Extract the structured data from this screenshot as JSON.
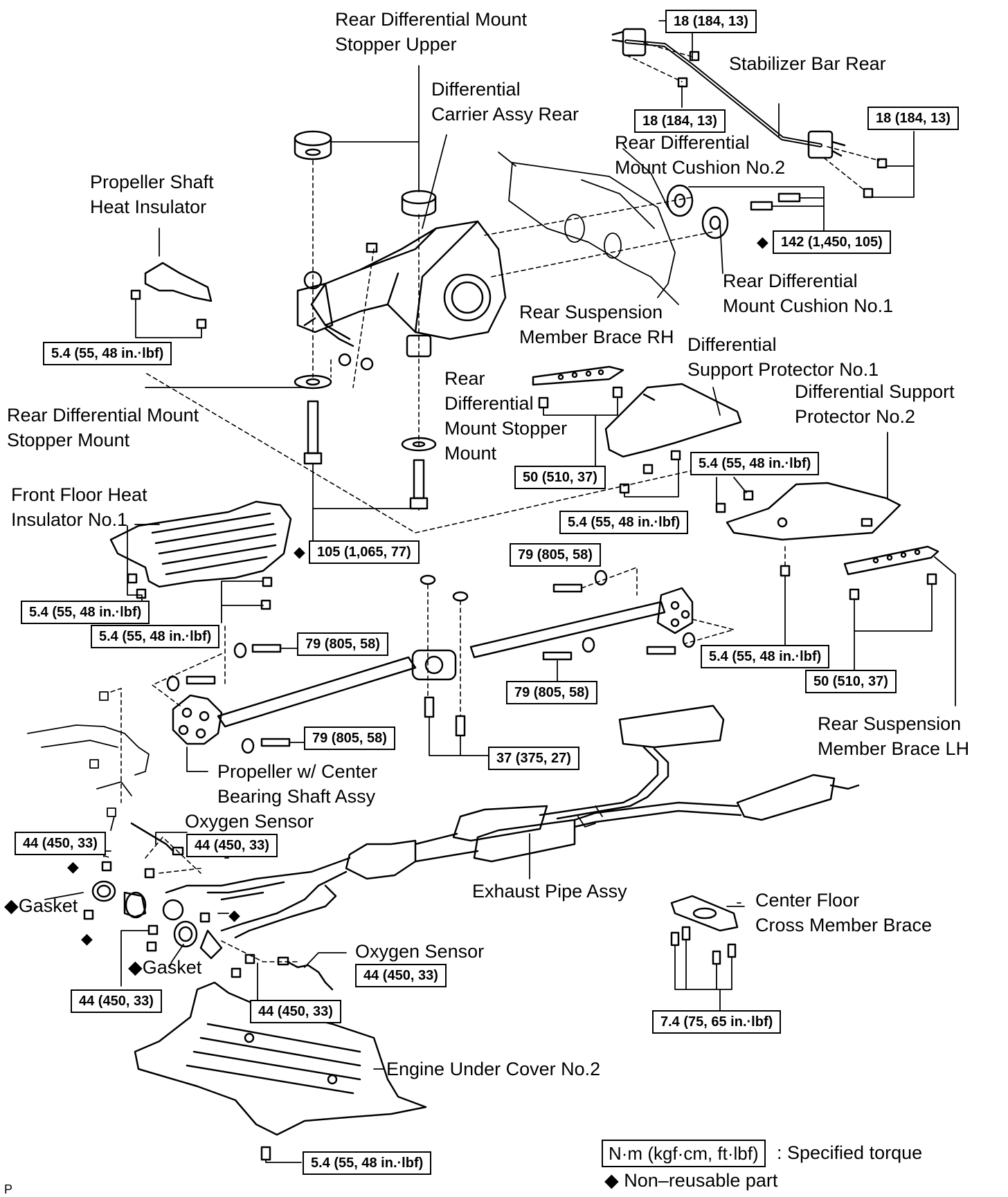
{
  "parts": {
    "rear_diff_mount_stopper_upper": "Rear Differential Mount\nStopper Upper",
    "differential_carrier_assy_rear": "Differential\nCarrier Assy Rear",
    "stabilizer_bar_rear": "Stabilizer Bar Rear",
    "rear_diff_mount_cushion_no2": "Rear Differential\nMount Cushion No.2",
    "propeller_shaft_heat_insulator": "Propeller Shaft\nHeat Insulator",
    "rear_diff_mount_cushion_no1": "Rear Differential\nMount Cushion No.1",
    "rear_suspension_member_brace_rh": "Rear Suspension\nMember Brace RH",
    "differential_support_protector_no1": "Differential\nSupport Protector No.1",
    "differential_support_protector_no2": "Differential Support\nProtector No.2",
    "rear_diff_mount_stopper_mount_left": "Rear Differential Mount\nStopper Mount",
    "rear_diff_mount_stopper_mount_center": "Rear\nDifferential\nMount Stopper\nMount",
    "front_floor_heat_insulator_no1": "Front Floor Heat\nInsulator No.1",
    "propeller_center_bearing_shaft_assy": "Propeller w/ Center\nBearing Shaft Assy",
    "rear_suspension_member_brace_lh": "Rear Suspension\nMember Brace LH",
    "oxygen_sensor_1": "Oxygen Sensor",
    "oxygen_sensor_2": "Oxygen Sensor",
    "exhaust_pipe_assy": "Exhaust Pipe Assy",
    "center_floor_cross_member_brace": "Center Floor\nCross Member Brace",
    "gasket_1": "Gasket",
    "gasket_2": "Gasket",
    "engine_under_cover_no2": "Engine Under Cover No.2"
  },
  "torques": {
    "t1": "18 (184, 13)",
    "t2": "18 (184, 13)",
    "t3": "18 (184, 13)",
    "t4": "142 (1,450, 105)",
    "t5": "5.4 (55, 48 in.·lbf)",
    "t6": "50 (510, 37)",
    "t7": "5.4 (55, 48 in.·lbf)",
    "t8": "5.4 (55, 48 in.·lbf)",
    "t9": "105 (1,065, 77)",
    "t10": "79 (805, 58)",
    "t11": "5.4 (55, 48 in.·lbf)",
    "t12": "5.4 (55, 48 in.·lbf)",
    "t13": "79 (805, 58)",
    "t14": "5.4 (55, 48 in.·lbf)",
    "t15": "50 (510, 37)",
    "t16": "79 (805, 58)",
    "t17": "79 (805, 58)",
    "t18": "37 (375, 27)",
    "t19": "44 (450, 33)",
    "t20": "44 (450, 33)",
    "t21": "44 (450, 33)",
    "t22": "44 (450, 33)",
    "t23": "44 (450, 33)",
    "t24": "7.4 (75, 65 in.·lbf)",
    "t25": "5.4 (55, 48 in.·lbf)"
  },
  "legend": {
    "unit_box": "N·m (kgf·cm, ft·lbf)",
    "unit_text": ": Specified torque",
    "nonreusable": "◆ Non–reusable part"
  },
  "corner_mark": "P"
}
